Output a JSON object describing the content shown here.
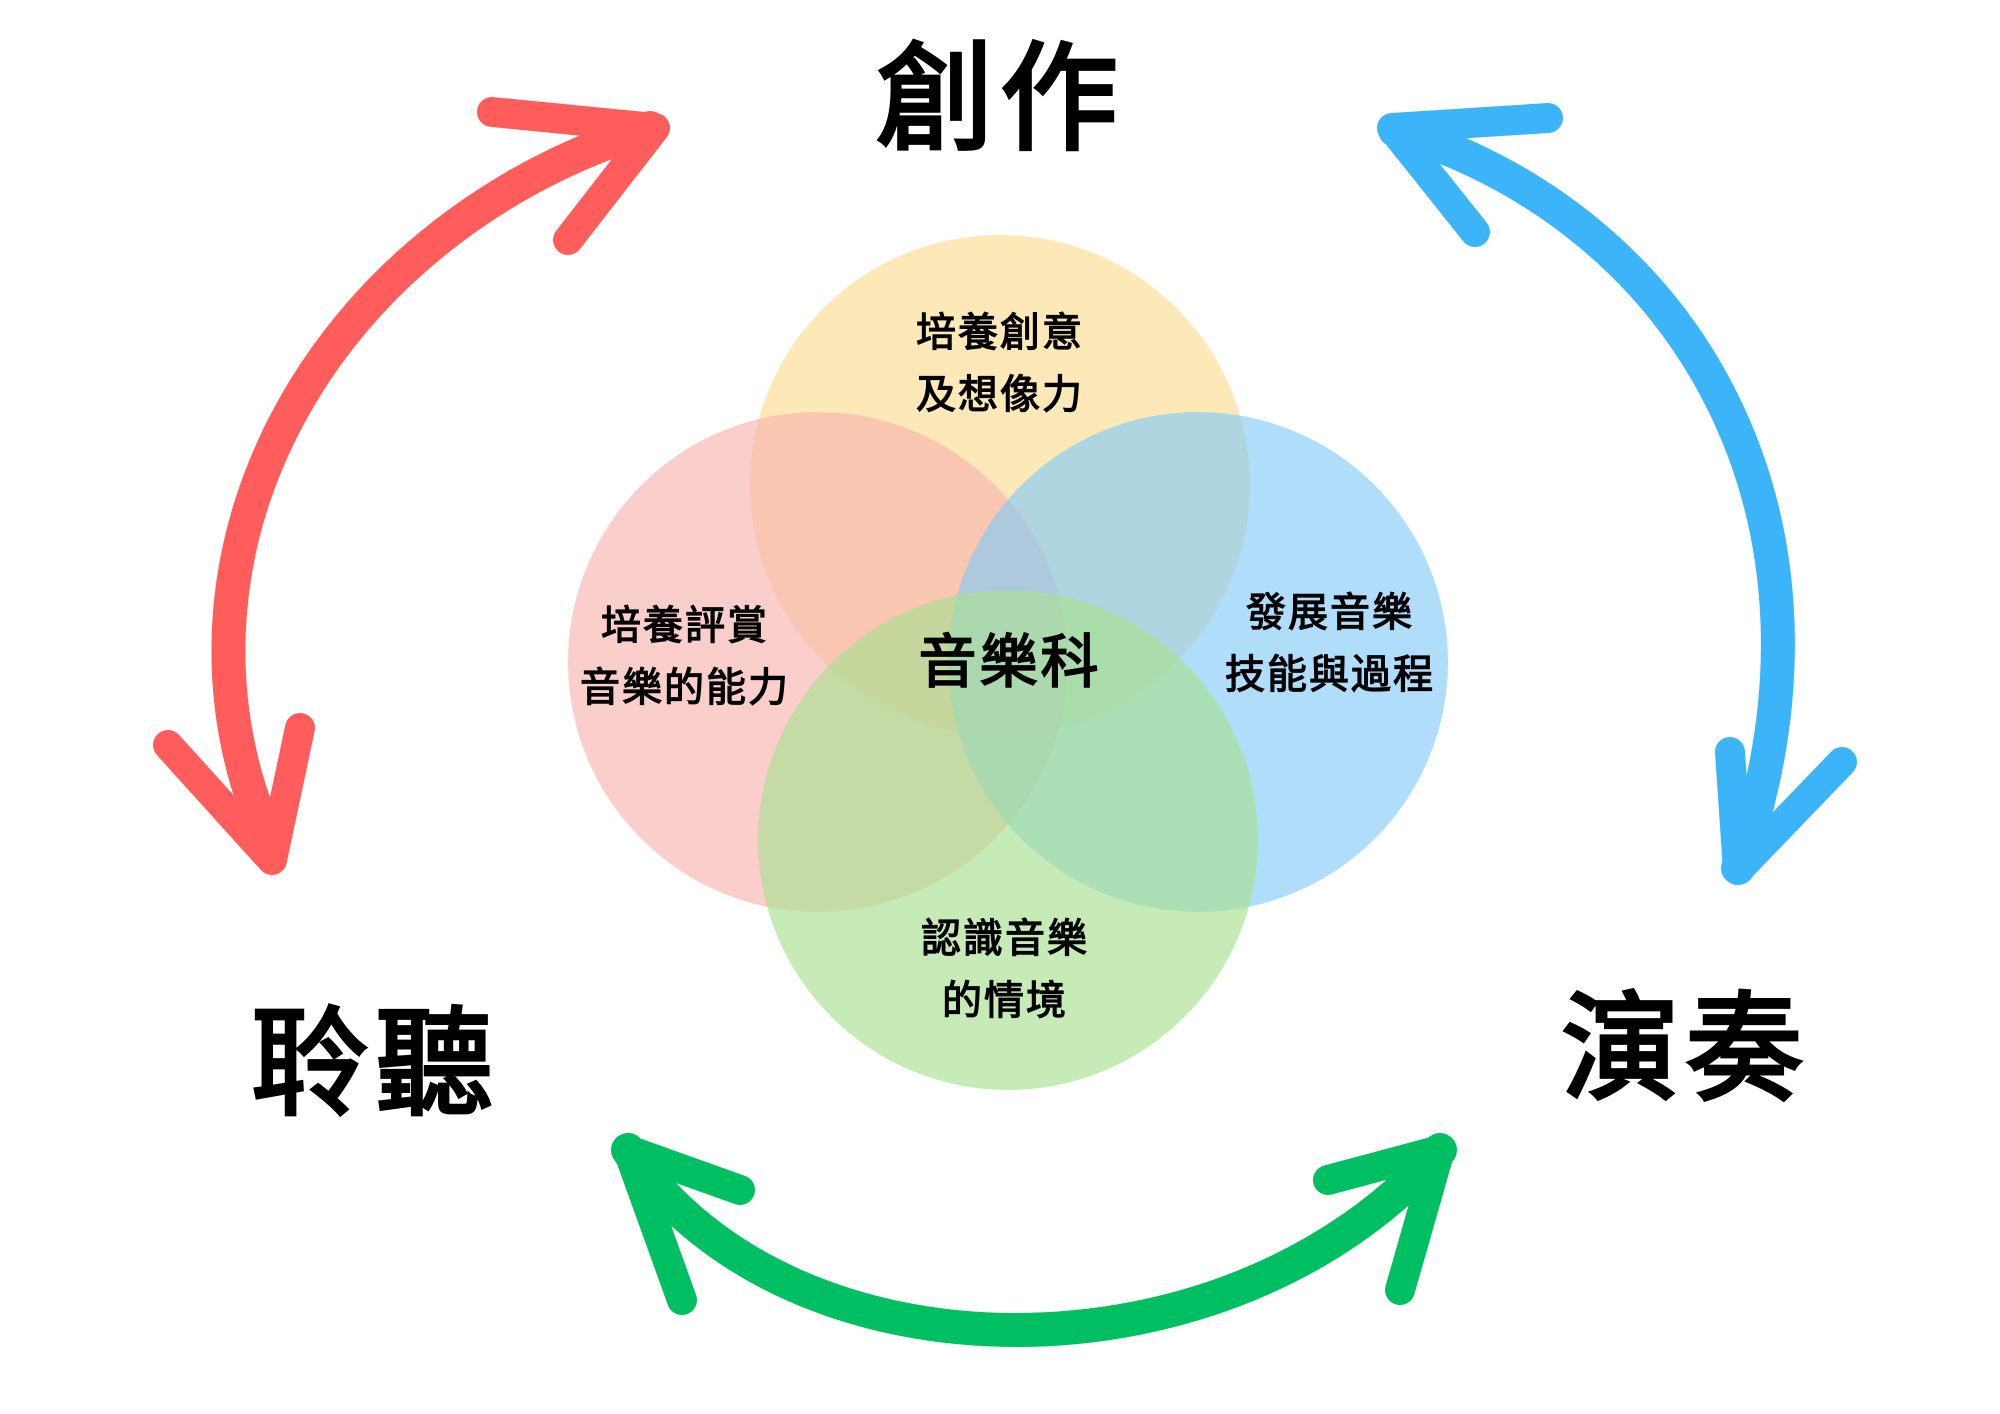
{
  "nodes": {
    "top": "創作",
    "bottom_left": "聆聽",
    "bottom_right": "演奏"
  },
  "venn": {
    "center": "音樂科",
    "top": {
      "line1": "培養創意",
      "line2": "及想像力",
      "color": "#FBE3A3"
    },
    "left": {
      "line1": "培養評賞",
      "line2": "音樂的能力",
      "color": "#F8B3AE"
    },
    "right": {
      "line1": "發展音樂",
      "line2": "技能與過程",
      "color": "#86CBF6"
    },
    "bottom": {
      "line1": "認識音樂",
      "line2": "的情境",
      "color": "#A9E190"
    }
  },
  "arrows": {
    "left": {
      "color": "#FF5C5C",
      "connects": [
        "聆聽",
        "創作"
      ]
    },
    "right": {
      "color": "#3BB4F9",
      "connects": [
        "創作",
        "演奏"
      ]
    },
    "bottom": {
      "color": "#00BF63",
      "connects": [
        "聆聽",
        "演奏"
      ]
    }
  }
}
